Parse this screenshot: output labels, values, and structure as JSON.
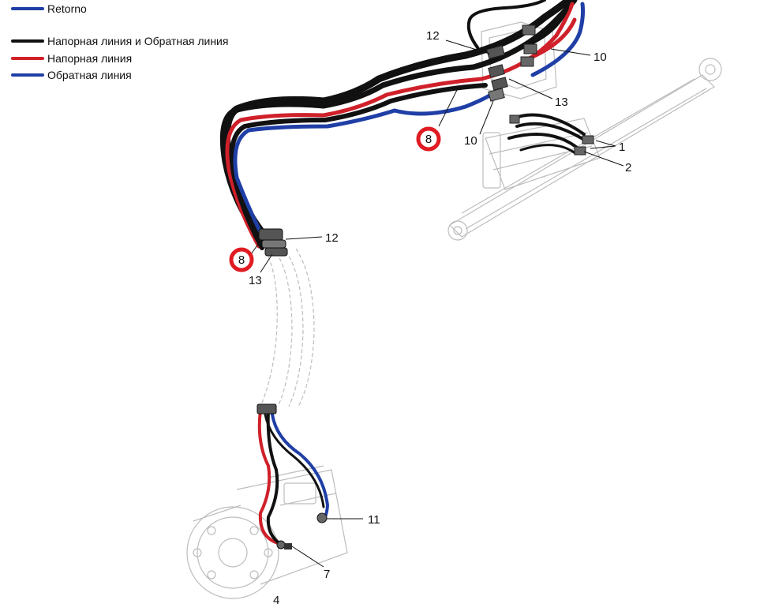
{
  "legend": [
    {
      "label": "Retorno",
      "color": "#1f3fa6"
    },
    {
      "label": "Напорная линия и Обратная линия",
      "color": "#111111"
    },
    {
      "label": "Напорная линия",
      "color": "#d0202a"
    },
    {
      "label": "Обратная линия",
      "color": "#1f3fa6"
    }
  ],
  "callouts": {
    "c12_top": "12",
    "c10_top": "10",
    "c13_top": "13",
    "c8_top": "8",
    "c10_mid": "10",
    "c1": "1",
    "c2": "2",
    "c12_mid": "12",
    "c8_mid": "8",
    "c13_mid": "13",
    "c11": "11",
    "c7": "7",
    "c4": "4"
  },
  "colors": {
    "pressure_return": "#111111",
    "pressure": "#d0202a",
    "return": "#1f3fa6",
    "badge": "#e01b22",
    "ghost": "#bdbdbd"
  }
}
